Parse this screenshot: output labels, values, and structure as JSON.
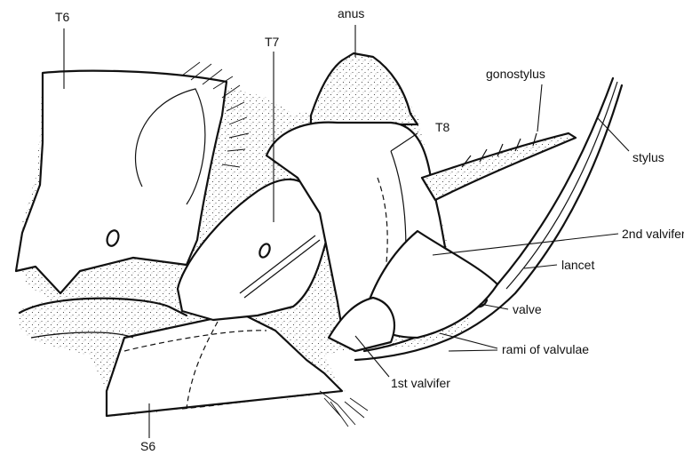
{
  "labels": {
    "t6": "T6",
    "t7": "T7",
    "anus": "anus",
    "t8": "T8",
    "gonostylus": "gonostylus",
    "stylus": "stylus",
    "valvifer2": "2nd valvifer",
    "lancet": "lancet",
    "valve": "valve",
    "rami": "rami of valvulae",
    "valvifer1": "1st valvifer",
    "s6": "S6"
  }
}
